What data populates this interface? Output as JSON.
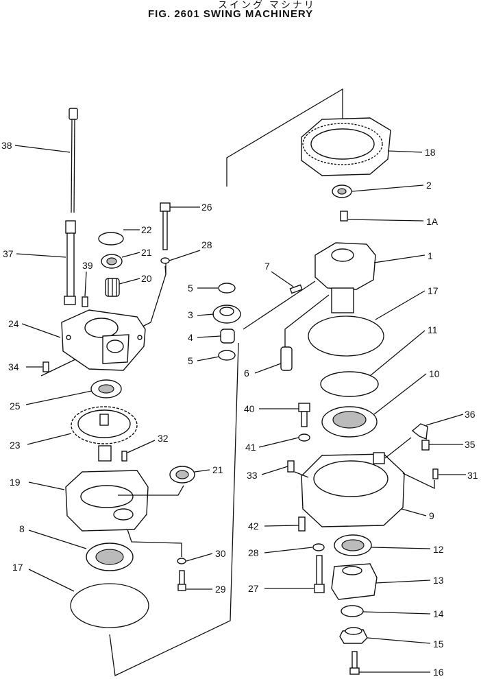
{
  "title_jp": "スイング マシナリ",
  "title": "FIG. 2601  SWING MACHINERY",
  "labels": {
    "l38": "38",
    "l37": "37",
    "l24": "24",
    "l34": "34",
    "l39": "39",
    "l22": "22",
    "l21a": "21",
    "l20": "20",
    "l26": "26",
    "l28a": "28",
    "l5a": "5",
    "l3": "3",
    "l4": "4",
    "l5b": "5",
    "l25": "25",
    "l23": "23",
    "l32": "32",
    "l21b": "21",
    "l19": "19",
    "l8": "8",
    "l30": "30",
    "l17a": "17",
    "l29": "29",
    "l18": "18",
    "l2": "2",
    "l1A": "1A",
    "l7": "7",
    "l1": "1",
    "l17b": "17",
    "l6": "6",
    "l11": "11",
    "l10": "10",
    "l40": "40",
    "l36": "36",
    "l41": "41",
    "l35": "35",
    "l33": "33",
    "l31": "31",
    "l42": "42",
    "l9": "9",
    "l28b": "28",
    "l12": "12",
    "l27": "27",
    "l13": "13",
    "l14": "14",
    "l15": "15",
    "l16": "16"
  }
}
